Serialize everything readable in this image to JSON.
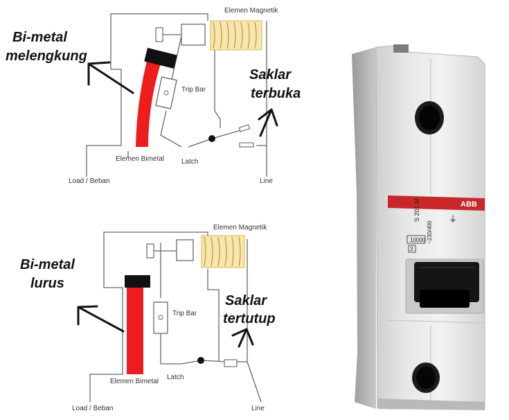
{
  "top_diagram": {
    "label_bimetal": [
      "Bi-metal",
      "melengkung"
    ],
    "label_switch": [
      "Saklar",
      "terbuka"
    ],
    "magnetic": "Elemen Magnetik",
    "trip_bar": "Trip Bar",
    "bimetal_element": "Elemen Bimetal",
    "latch": "Latch",
    "load": "Load / Beban",
    "line": "Line"
  },
  "bottom_diagram": {
    "label_bimetal": [
      "Bi-metal",
      "lurus"
    ],
    "label_switch": [
      "Saklar",
      "tertutup"
    ],
    "magnetic": "Elemen Magnetik",
    "trip_bar": "Trip Bar",
    "bimetal_element": "Elemen Bimetal",
    "latch": "Latch",
    "load": "Load / Beban",
    "line": "Line"
  },
  "breaker": {
    "brand": "ABB",
    "model": "S 201 M",
    "rating": "~230/400",
    "breaking_capacity": "10000",
    "class": "3"
  },
  "colors": {
    "bimetal": "#ee1c1c",
    "bimetal_cap": "#111111",
    "coil": "#e8c86a",
    "breaker_body": "#e9e9e9",
    "breaker_stripe": "#c8282a",
    "toggle": "#151515"
  }
}
